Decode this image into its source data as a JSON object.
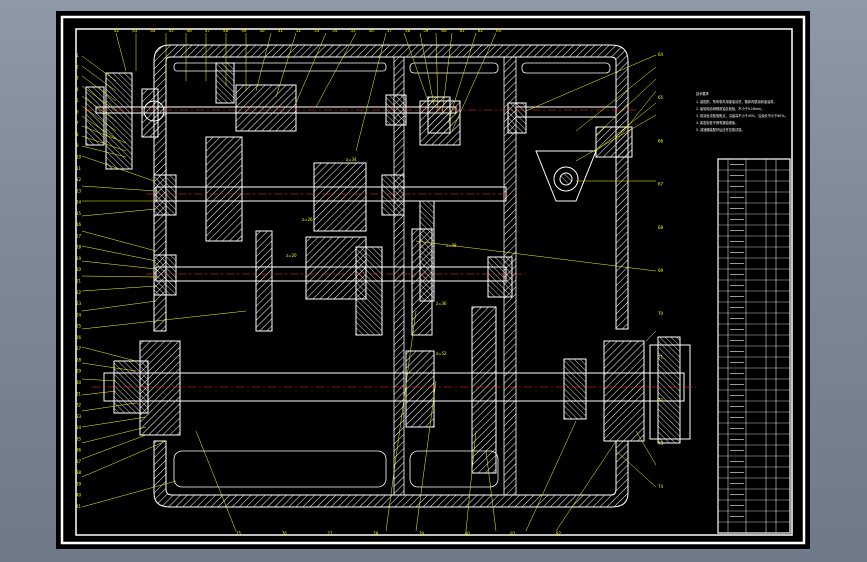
{
  "window": {
    "title": ""
  },
  "colors": {
    "background": "#000000",
    "frame": "#ffffff",
    "hatch": "#ffffff",
    "leader": "#ffff00",
    "centerline": "#ff3030",
    "accent": "#00ffff"
  },
  "drawing": {
    "type": "gearbox-assembly-section",
    "left_callouts": [
      "1",
      "2",
      "3",
      "4",
      "5",
      "6",
      "7",
      "8",
      "9",
      "10",
      "11",
      "12",
      "13",
      "14",
      "15",
      "16",
      "17",
      "18",
      "19",
      "20",
      "21",
      "22",
      "23",
      "24",
      "25",
      "26",
      "27",
      "28",
      "29",
      "30",
      "31",
      "32",
      "33",
      "34",
      "35",
      "36",
      "37",
      "38",
      "39",
      "40",
      "41"
    ],
    "top_callouts": [
      "42",
      "43",
      "44",
      "45",
      "46",
      "47",
      "48",
      "49",
      "50",
      "51",
      "52",
      "53",
      "54",
      "55",
      "56",
      "57",
      "58",
      "59",
      "60",
      "61",
      "62",
      "63"
    ],
    "right_callouts": [
      "64",
      "65",
      "66",
      "67",
      "68",
      "69",
      "70",
      "71",
      "72",
      "73",
      "74"
    ],
    "bottom_callouts": [
      "75",
      "76",
      "77",
      "78",
      "79",
      "80",
      "81",
      "82"
    ],
    "notes_title": "技术要求",
    "notes": [
      "1. 装配前，所有零件用煤油清洗，箱体内壁涂耐油油漆。",
      "2. 齿轮啮合侧隙用铅丝检验，不小于0.16mm。",
      "3. 用涂色法检验斑点，沿齿高不小于45%，沿齿长不小于60%。",
      "4. 各密封处不得有漏油现象。",
      "5. 减速器装配好后应作空载试验。"
    ],
    "parts_table_rows": 34
  }
}
